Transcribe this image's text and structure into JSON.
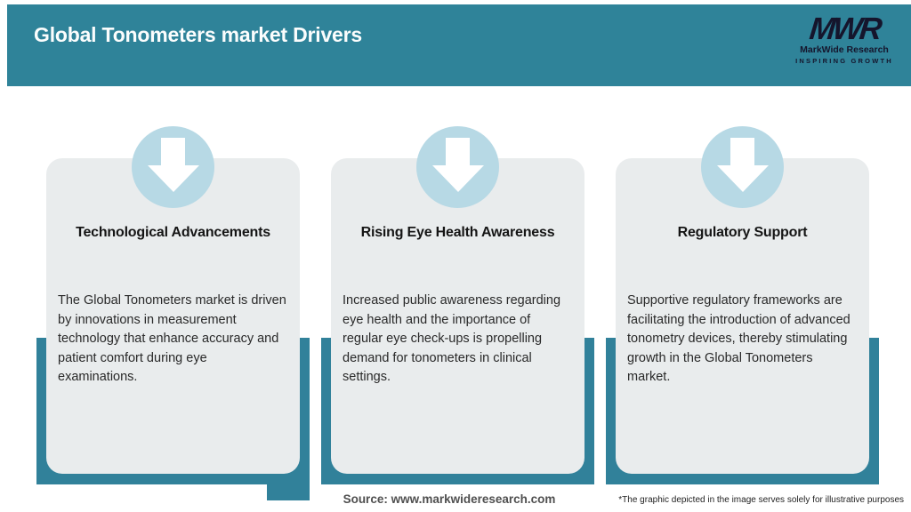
{
  "header": {
    "title": "Global Tonometers market Drivers",
    "logo": {
      "monogram": "MWR",
      "name": "MarkWide Research",
      "tagline": "INSPIRING GROWTH"
    }
  },
  "drivers": [
    {
      "title": "Technological Advancements",
      "description": "The Global Tonometers market is driven by innovations in measurement technology that enhance accuracy and patient comfort during eye examinations."
    },
    {
      "title": "Rising Eye Health Awareness",
      "description": "Increased public awareness regarding eye health and the importance of regular eye check-ups is propelling demand for tonometers in clinical settings."
    },
    {
      "title": "Regulatory Support",
      "description": "Supportive regulatory frameworks are facilitating the introduction of advanced tonometry devices, thereby stimulating growth in the Global Tonometers market."
    }
  ],
  "footer": {
    "source": "Source: www.markwideresearch.com",
    "disclaimer": "*The graphic depicted in the image serves solely for illustrative purposes"
  },
  "colors": {
    "header_teal": "#2f8399",
    "backdrop_teal": "#31819a",
    "card_gray": "#e9eced",
    "circle_blue": "#b7d9e5",
    "arrow_white": "#ffffff",
    "title_white": "#fbfdfd",
    "logo_navy": "#15152c"
  }
}
